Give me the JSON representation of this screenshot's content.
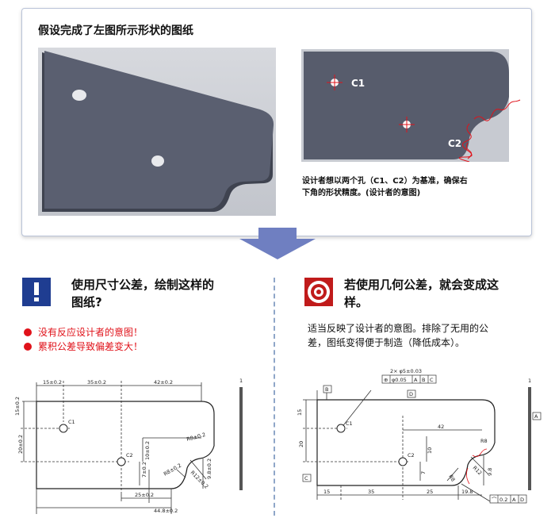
{
  "top": {
    "title": "假设完成了左图所示形状的图纸",
    "label_c1": "C1",
    "label_c2": "C2",
    "note": "设计者想以两个孔（C1、C2）为基准，确保右下角的形状精度。(设计者的意图)"
  },
  "left": {
    "heading": "使用尺寸公差，绘制这样的图纸?",
    "bullets": [
      "没有反应设计者的意图！",
      "累积公差导致偏差变大！"
    ],
    "dims": {
      "d15": "15±0.2",
      "d35": "35±0.2",
      "d42": "42±0.2",
      "v15": "15±0.2",
      "v20": "20±0.2",
      "v10": "10±0.2",
      "v7": "7±0.2",
      "r8": "R8±0.2",
      "r8b": "R8±0.2",
      "r12": "R12±0.2",
      "v98": "9.8±0.2",
      "d25": "25±0.2",
      "d448": "44.8±0.2",
      "c1": "C1",
      "c2": "C2",
      "side": "1"
    }
  },
  "right": {
    "heading": "若使用几何公差，就会变成这样。",
    "description": "适当反映了设计者的意图。排除了无用的公差，图纸变得便于制造（降低成本）。",
    "dims": {
      "hole_spec": "2× φ5±0.03",
      "pos_frame": [
        "⊕",
        "φ0.05",
        "A",
        "B",
        "C"
      ],
      "datum_b": "B",
      "datum_d": "D",
      "datum_c": "C",
      "datum_a": "A",
      "v15": "15",
      "v20": "20",
      "v10": "10",
      "v7": "7",
      "d42": "42",
      "r8": "R8",
      "r8b": "R8",
      "r12": "R12",
      "v98": "9.8",
      "d15": "15",
      "d35": "35",
      "d25": "25",
      "d198": "19.8",
      "profile_frame": [
        "⌒",
        "0.2",
        "A",
        "D"
      ],
      "c1": "C1",
      "c2": "C2",
      "side": "1"
    }
  },
  "colors": {
    "plate": "#545969",
    "panel_border": "#b9c3d8",
    "arrow": "#6f7fc1",
    "left_icon": "#1f3d91",
    "right_icon": "#c01b1b",
    "bullet_red": "#e0121a"
  }
}
